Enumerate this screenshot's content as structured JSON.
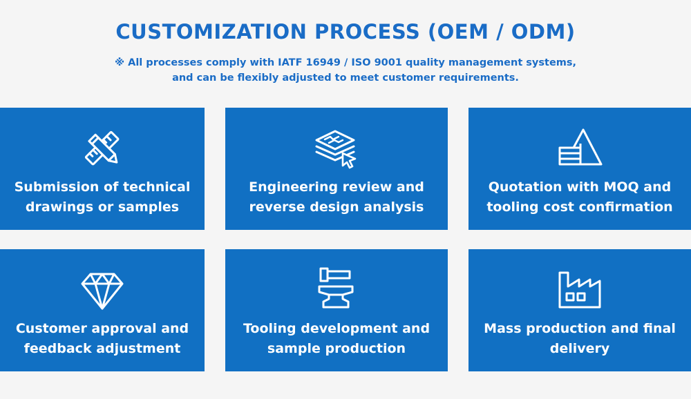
{
  "header": {
    "title": "CUSTOMIZATION PROCESS (OEM / ODM)",
    "subtitle": "※ All processes comply with IATF 16949 / ISO 9001 quality management systems, and can be flexibly adjusted to meet customer requirements."
  },
  "steps": [
    {
      "label": "Submission of technical drawings or samples",
      "icon": "ruler-pencil-icon"
    },
    {
      "label": "Engineering review and reverse design analysis",
      "icon": "layers-cursor-icon"
    },
    {
      "label": "Quotation with MOQ and tooling cost confirmation",
      "icon": "pyramid-chart-icon"
    },
    {
      "label": "Customer approval and feedback adjustment",
      "icon": "diamond-icon"
    },
    {
      "label": "Tooling development and sample production",
      "icon": "anvil-hammer-icon"
    },
    {
      "label": "Mass production and final delivery",
      "icon": "factory-icon"
    }
  ],
  "colors": {
    "accent": "#1a6cc6",
    "card": "#1170c3",
    "background": "#f5f5f5"
  }
}
